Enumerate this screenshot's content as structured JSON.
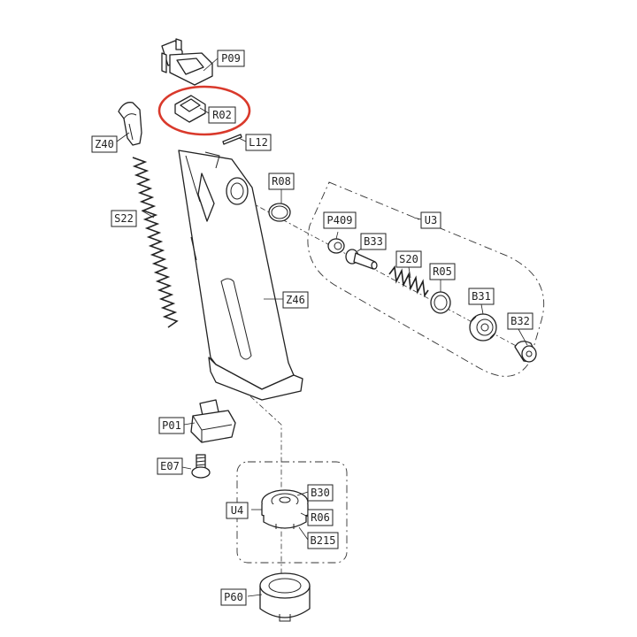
{
  "parts": [
    {
      "id": "p09",
      "label": "P09"
    },
    {
      "id": "r02",
      "label": "R02"
    },
    {
      "id": "l12",
      "label": "L12"
    },
    {
      "id": "z40",
      "label": "Z40"
    },
    {
      "id": "s22",
      "label": "S22"
    },
    {
      "id": "r08",
      "label": "R08"
    },
    {
      "id": "u3",
      "label": "U3"
    },
    {
      "id": "p409",
      "label": "P409"
    },
    {
      "id": "b33",
      "label": "B33"
    },
    {
      "id": "s20",
      "label": "S20"
    },
    {
      "id": "r05",
      "label": "R05"
    },
    {
      "id": "b31",
      "label": "B31"
    },
    {
      "id": "b32",
      "label": "B32"
    },
    {
      "id": "z46",
      "label": "Z46"
    },
    {
      "id": "p01",
      "label": "P01"
    },
    {
      "id": "e07",
      "label": "E07"
    },
    {
      "id": "b30",
      "label": "B30"
    },
    {
      "id": "u4",
      "label": "U4"
    },
    {
      "id": "r06",
      "label": "R06"
    },
    {
      "id": "b215",
      "label": "B215"
    },
    {
      "id": "p60",
      "label": "P60"
    }
  ],
  "highlight": {
    "part": "R02",
    "color": "#d9392b"
  },
  "colors": {
    "line": "#222222",
    "background": "#ffffff"
  }
}
